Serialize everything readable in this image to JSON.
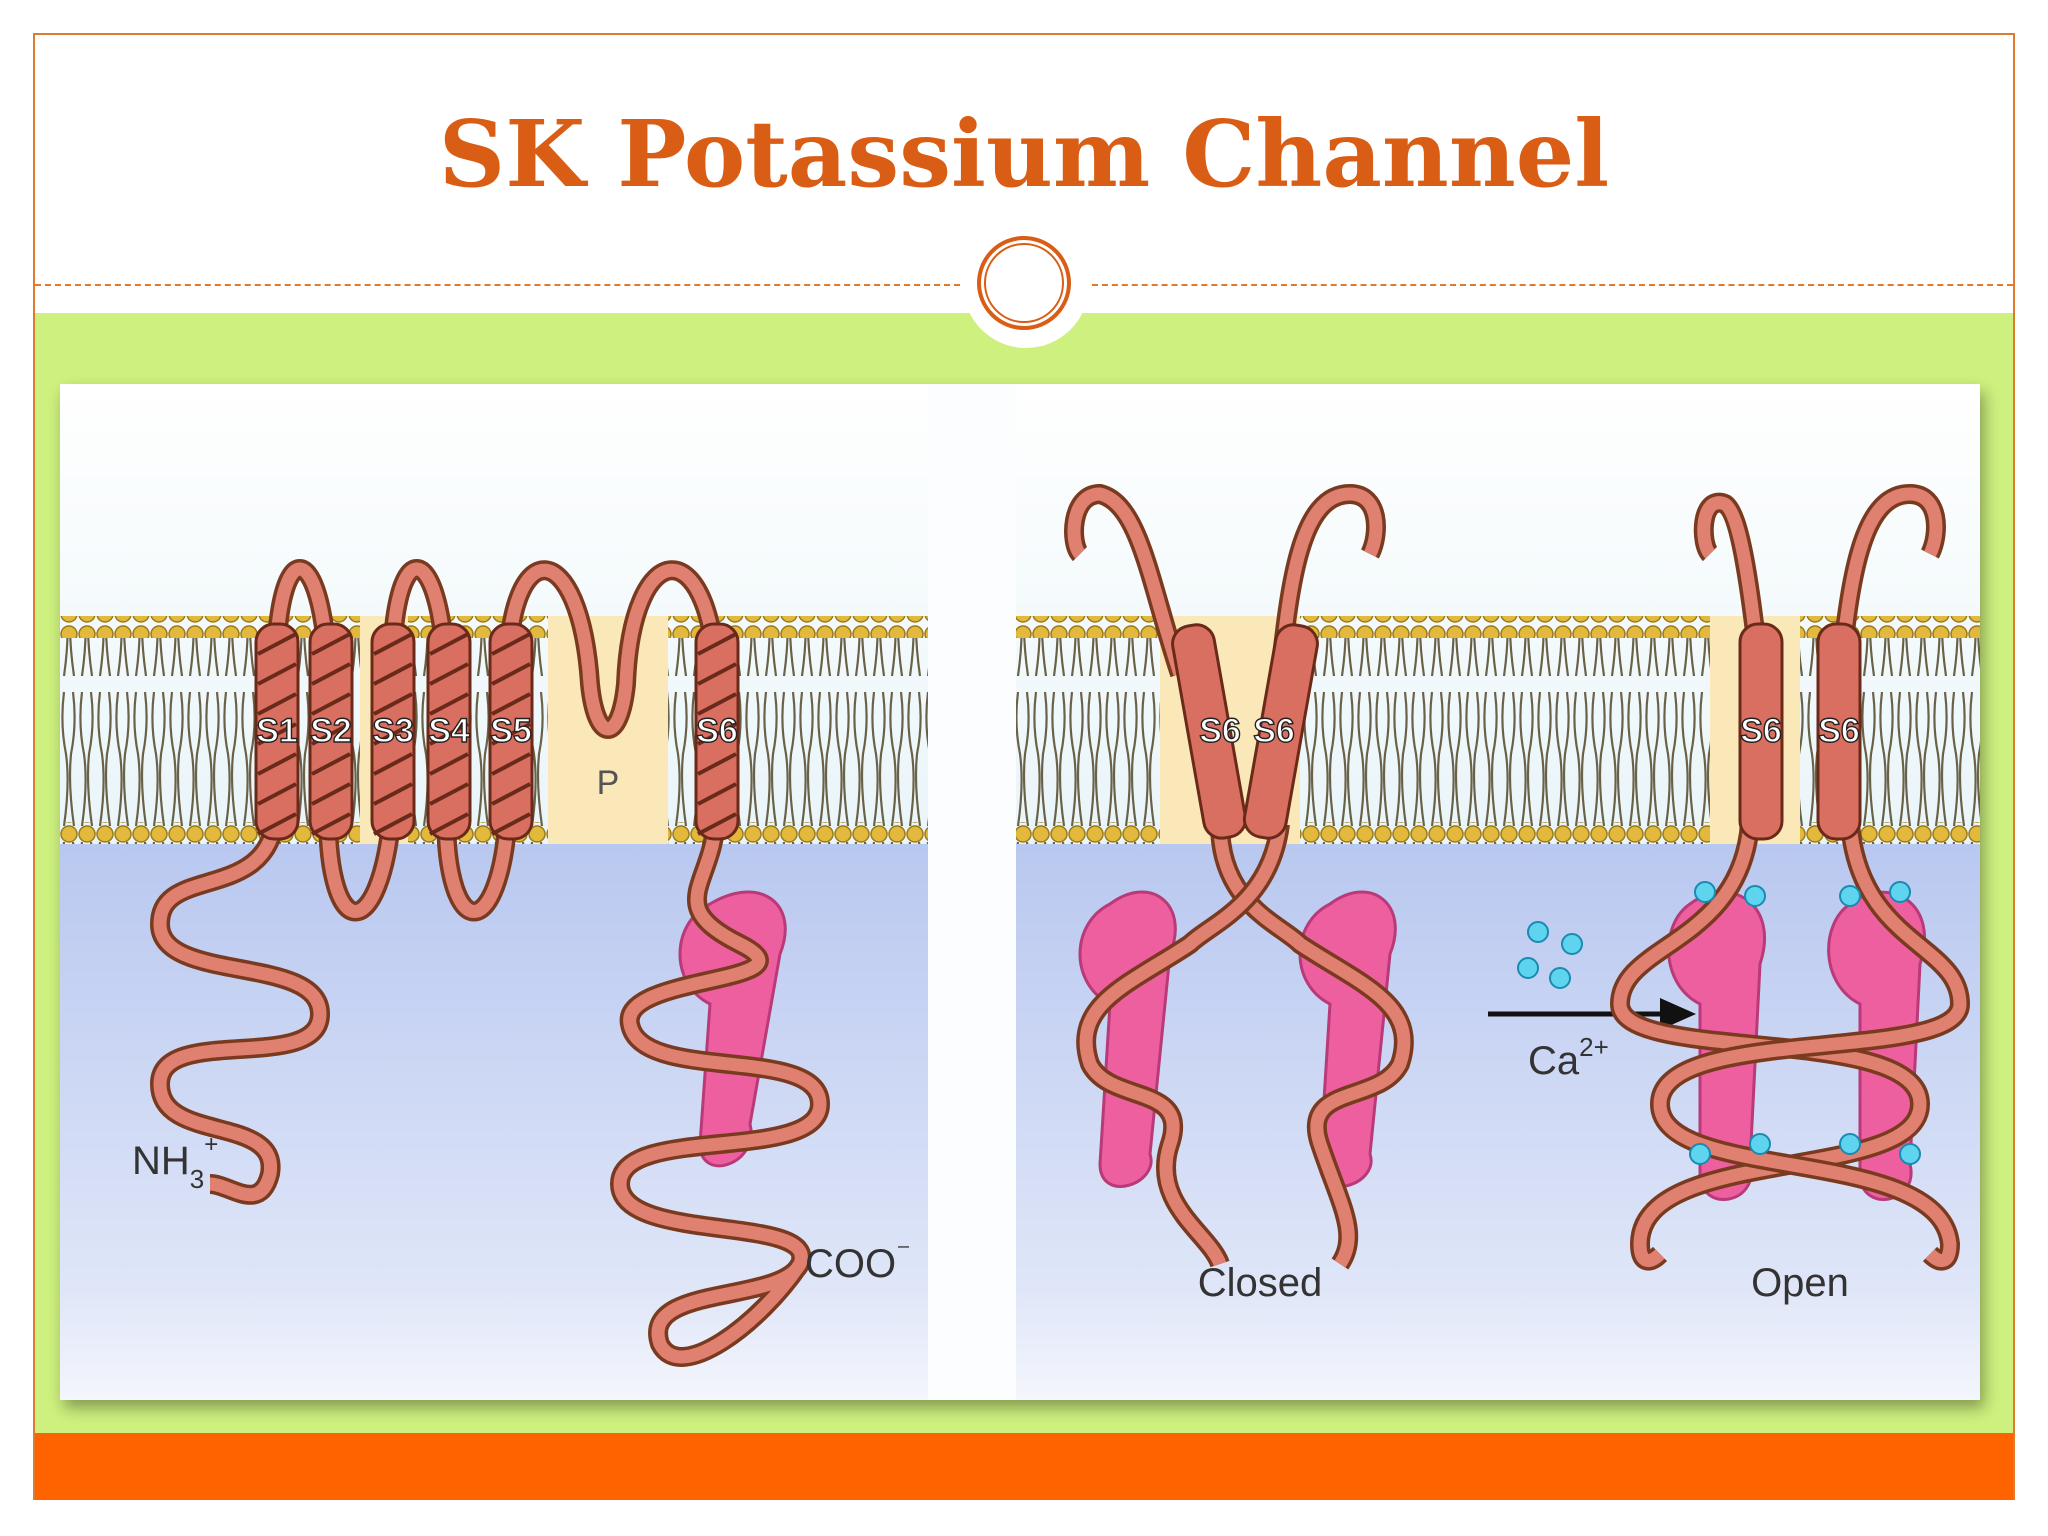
{
  "slide": {
    "title": "SK Potassium Channel",
    "colors": {
      "accent": "#d95d14",
      "band": "#cdf07e",
      "bar": "#ff6300"
    }
  },
  "diagram": {
    "left_panel": {
      "segments": [
        "S1",
        "S2",
        "S3",
        "S4",
        "S5",
        "S6"
      ],
      "pore_label": "P",
      "n_terminus": "NH",
      "n_terminus_sub": "3",
      "n_terminus_sup": "+",
      "c_terminus": "COO"
    },
    "right_panel": {
      "segment_label": "S6",
      "ion": "Ca",
      "ion_charge": "2+",
      "state_closed": "Closed",
      "state_open": "Open"
    }
  }
}
